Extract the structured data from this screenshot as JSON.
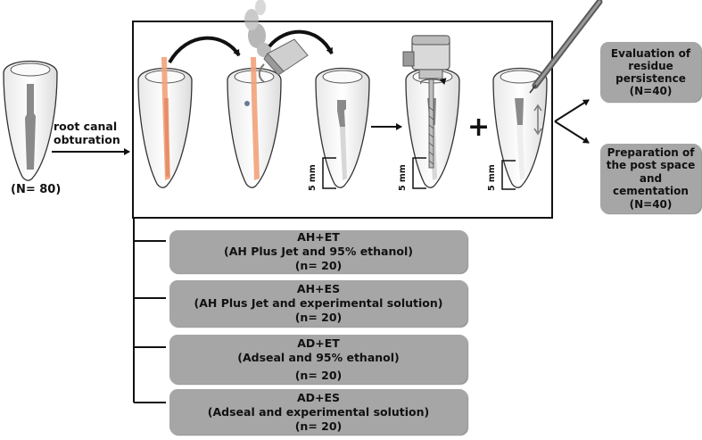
{
  "sample": {
    "label": "(N= 80)"
  },
  "step_label": [
    "root canal",
    "obturation"
  ],
  "scale_label": "5 mm",
  "plus_sign": "+",
  "outcomes": [
    {
      "lines": [
        "Evaluation of",
        "residue",
        "persistence",
        "(N=40)"
      ]
    },
    {
      "lines": [
        "Preparation of",
        "the post space",
        "and",
        "cementation",
        "(N=40)"
      ]
    }
  ],
  "groups": [
    {
      "lines": [
        "AH+ET",
        "(AH Plus Jet and 95% ethanol)",
        "(n= 20)"
      ]
    },
    {
      "lines": [
        "AH+ES",
        "(AH Plus Jet and experimental solution)",
        "(n= 20)"
      ]
    },
    {
      "lines": [
        "AD+ET",
        "(Adseal and 95% ethanol)",
        "(n= 20)"
      ]
    },
    {
      "lines": [
        "AD+ES",
        "(Adseal and experimental solution)",
        "(n= 20)"
      ]
    }
  ],
  "colors": {
    "box_fill": "#a6a6a6",
    "gutta_percha": "#f2a27a",
    "sealer": "#8a8a8a",
    "line": "#111111"
  }
}
